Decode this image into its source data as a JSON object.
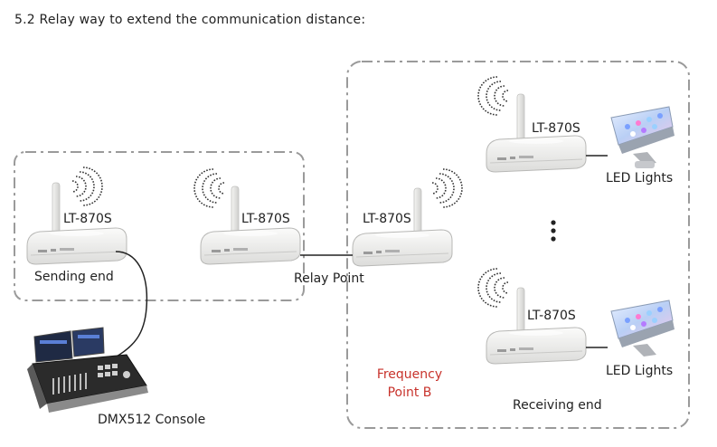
{
  "heading": "5.2  Relay way to extend the communication distance:",
  "devices": {
    "model_label": "LT-870S"
  },
  "labels": {
    "sending_end": "Sending end",
    "relay_point": "Relay Point",
    "receiving_end": "Receiving end",
    "led_lights": "LED Lights",
    "dmx_console": "DMX512 Console",
    "frequency_point_line1": "Frequency",
    "frequency_point_line2": "Point B"
  },
  "colors": {
    "dash_border": "#9a9a9a",
    "device_body": "#f1f1ef",
    "antenna": "#e9e9e7",
    "accent_red": "#c8332c",
    "led_panel": "#cfe0ff"
  }
}
